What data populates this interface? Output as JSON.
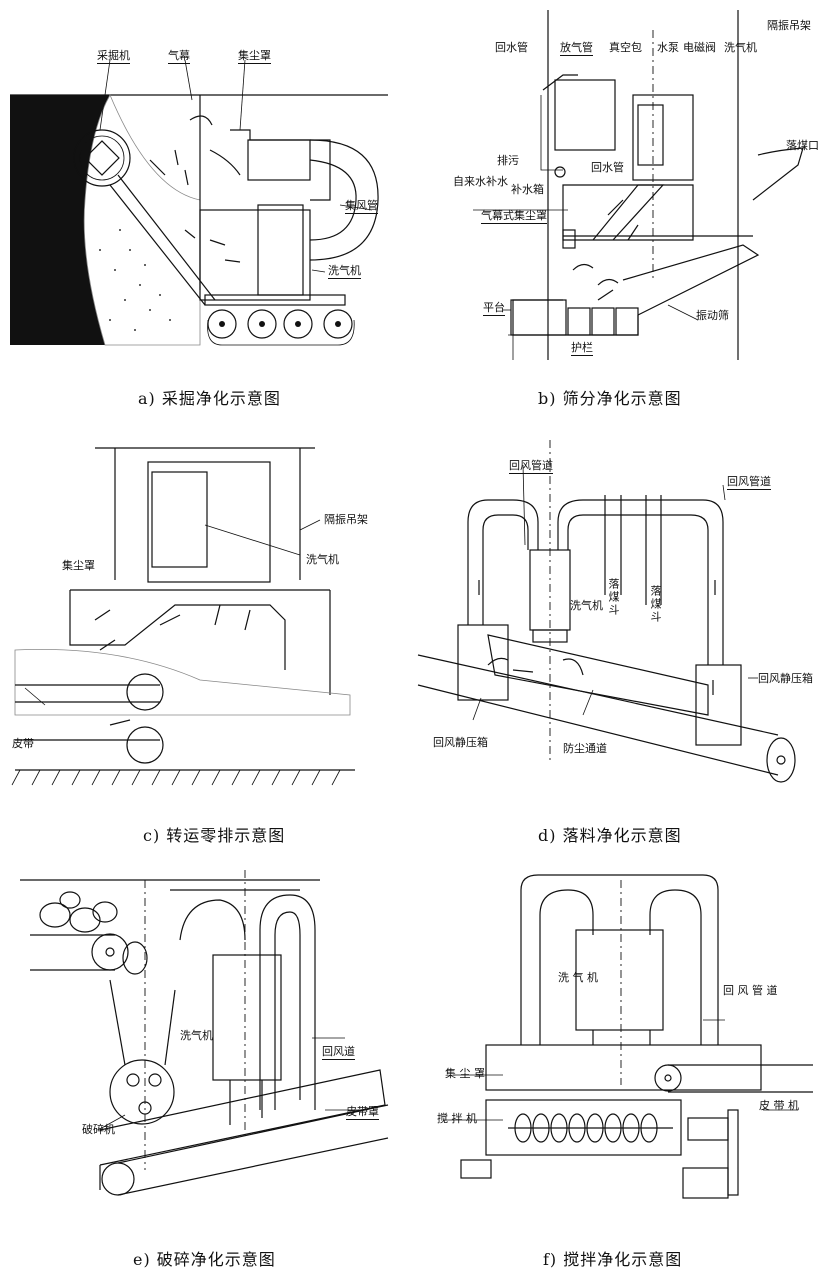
{
  "panel_a": {
    "caption": "a) 采掘净化示意图",
    "labels": {
      "miner": "采掘机",
      "air_curtain": "气幕",
      "dust_hood": "集尘罩",
      "air_duct": "集风管",
      "scrubber": "洗气机"
    }
  },
  "panel_b": {
    "caption": "b) 筛分净化示意图",
    "labels": {
      "return_pipe": "回水管",
      "vent_pipe": "放气管",
      "vacuum_tank": "真空包",
      "pump": "水泵",
      "solenoid": "电磁阀",
      "scrubber": "洗气机",
      "isolation_hanger": "隔振吊架",
      "coal_drop": "落煤口",
      "drain": "排污",
      "tap_water": "自来水补水",
      "makeup_tank": "补水箱",
      "return_pipe2": "回水管",
      "curtain_hood": "气幕式集尘罩",
      "platform": "平台",
      "guardrail": "护栏",
      "vibrating_screen": "振动筛"
    }
  },
  "panel_c": {
    "caption": "c) 转运零排示意图",
    "labels": {
      "isolation_hanger": "隔振吊架",
      "scrubber": "洗气机",
      "dust_hood": "集尘罩",
      "belt": "皮带"
    }
  },
  "panel_d": {
    "caption": "d) 落料净化示意图",
    "labels": {
      "return_duct_left": "回风管道",
      "return_duct_right": "回风管道",
      "scrubber": "洗气机",
      "chute1": "落煤斗",
      "chute2": "落煤斗",
      "static_box_right": "回风静压箱",
      "static_box_left": "回风静压箱",
      "dust_channel": "防尘通道"
    }
  },
  "panel_e": {
    "caption": "e) 破碎净化示意图",
    "labels": {
      "return_duct": "回风道",
      "scrubber": "洗气机",
      "belt_cover": "皮带罩",
      "crusher": "破碎机"
    }
  },
  "panel_f": {
    "caption": "f) 搅拌净化示意图",
    "labels": {
      "return_duct": "回 风 管 道",
      "scrubber": "洗 气 机",
      "dust_hood": "集 尘 罩",
      "belt_machine": "皮 带 机",
      "mixer": "搅 拌 机"
    }
  }
}
